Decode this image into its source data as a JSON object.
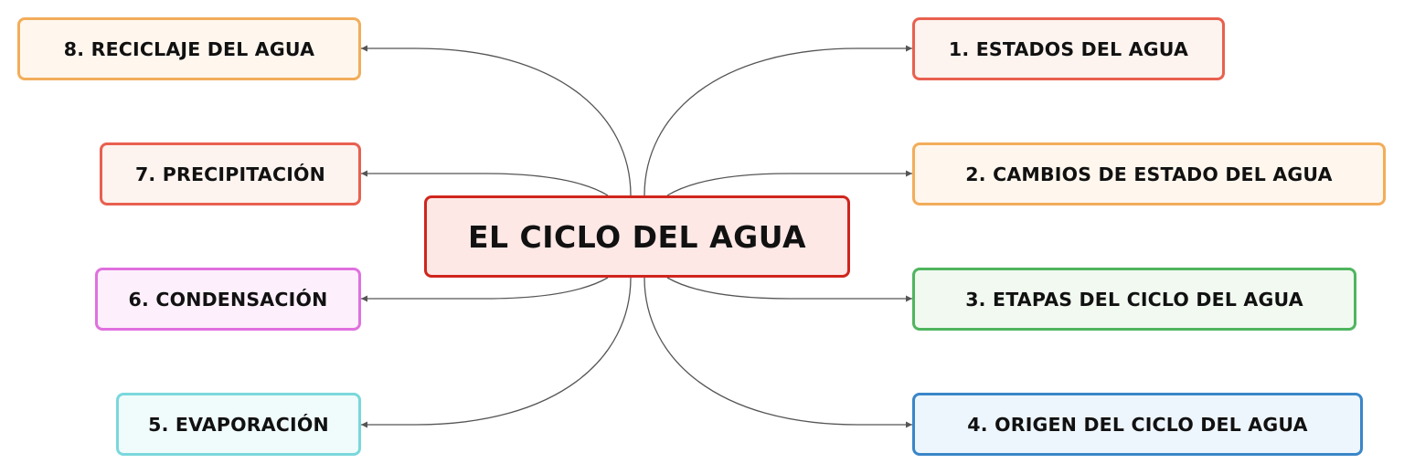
{
  "diagram": {
    "central_topic": {
      "label": "EL CICLO DEL AGUA",
      "border_color": "#d0251d",
      "fill_color": "#fde8e6"
    },
    "branches": [
      {
        "id": "n1",
        "label": "1. ESTADOS DEL AGUA",
        "side": "right",
        "border_color": "#e8604f",
        "fill_color": "#fdf3ef"
      },
      {
        "id": "n2",
        "label": "2. CAMBIOS DE ESTADO DEL AGUA",
        "side": "right",
        "border_color": "#f2ad5a",
        "fill_color": "#fff7ee"
      },
      {
        "id": "n3",
        "label": "3. ETAPAS DEL CICLO DEL AGUA",
        "side": "right",
        "border_color": "#4fb55f",
        "fill_color": "#f1f9f1"
      },
      {
        "id": "n4",
        "label": "4. ORIGEN DEL CICLO DEL AGUA",
        "side": "right",
        "border_color": "#3a86c8",
        "fill_color": "#eef6fd"
      },
      {
        "id": "n5",
        "label": "5. EVAPORACIÓN",
        "side": "left",
        "border_color": "#7ad8dc",
        "fill_color": "#f0fbfb"
      },
      {
        "id": "n6",
        "label": "6. CONDENSACIÓN",
        "side": "left",
        "border_color": "#e070df",
        "fill_color": "#fdf0fc"
      },
      {
        "id": "n7",
        "label": "7. PRECIPITACIÓN",
        "side": "left",
        "border_color": "#e8604f",
        "fill_color": "#fdf3ef"
      },
      {
        "id": "n8",
        "label": "8. RECICLAJE DEL AGUA",
        "side": "left",
        "border_color": "#f2ad5a",
        "fill_color": "#fff7ee"
      }
    ],
    "connector_color": "#555555"
  }
}
